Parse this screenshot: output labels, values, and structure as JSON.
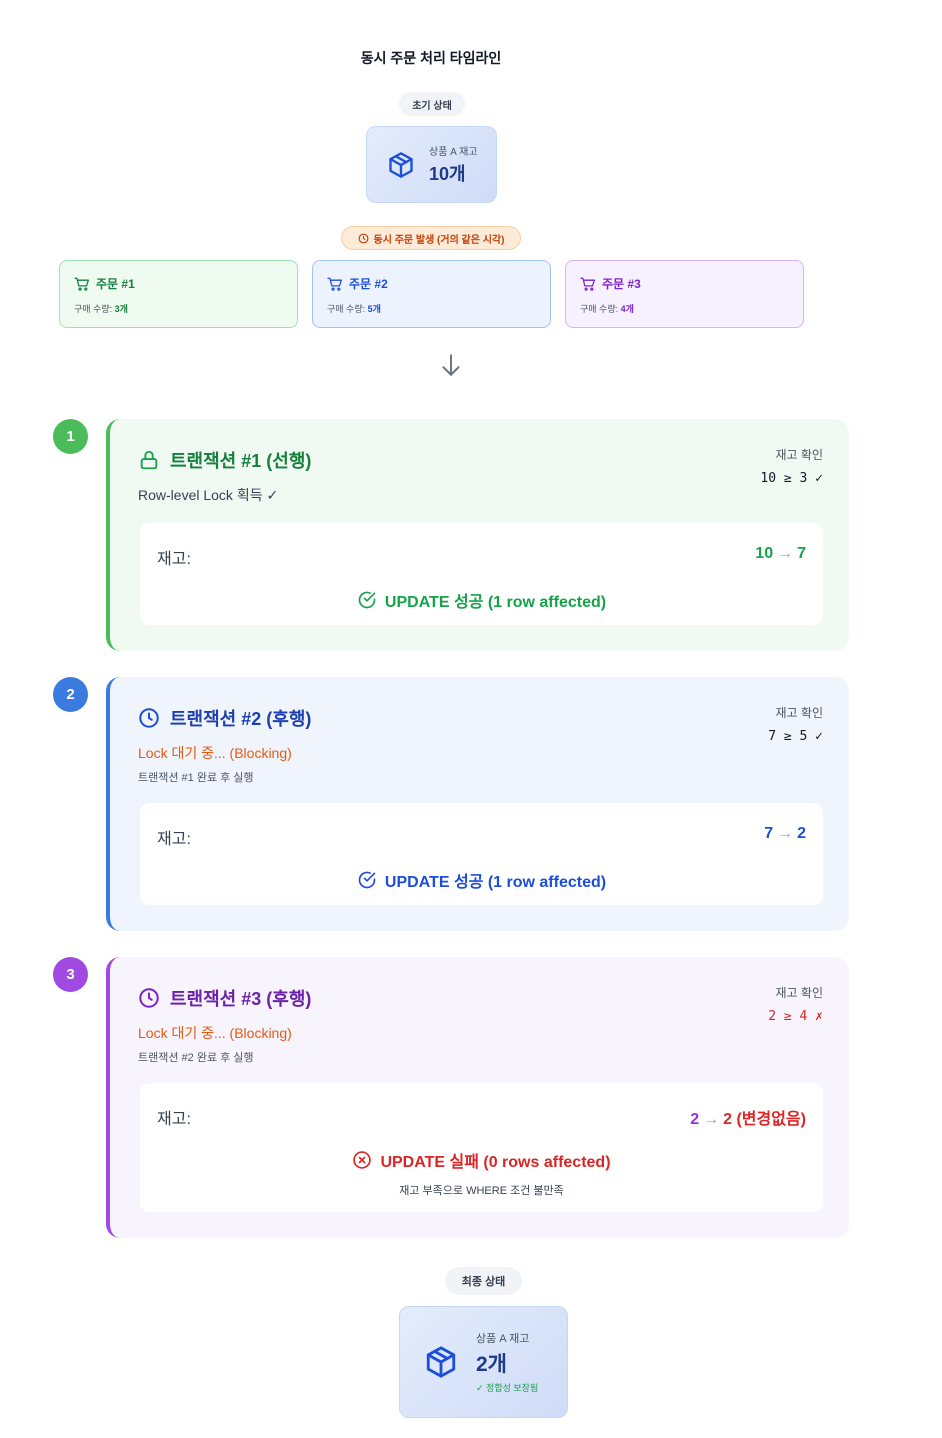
{
  "title": "동시 주문 처리 타임라인",
  "initial": {
    "badge": "초기 상태",
    "label": "상품 A 재고",
    "value": "10개",
    "icon": "package-icon"
  },
  "concurrent_badge": "동시 주문 발생 (거의 같은 시각)",
  "orders": [
    {
      "title": "주문 #1",
      "qty_label": "구매 수량:",
      "qty": "3개",
      "color": "#15803d"
    },
    {
      "title": "주문 #2",
      "qty_label": "구매 수량:",
      "qty": "5개",
      "color": "#1d4ed8"
    },
    {
      "title": "주문 #3",
      "qty_label": "구매 수량:",
      "qty": "4개",
      "color": "#7e22ce"
    }
  ],
  "transactions": [
    {
      "step": "1",
      "title": "트랜잭션 #1 (선행)",
      "status": "Row-level Lock 획득 ✓",
      "note": "",
      "check_label": "재고 확인",
      "check_value": "10 ≥ 3 ✓",
      "stock_label": "재고:",
      "stock_from": "10",
      "stock_arrow": "→",
      "stock_to": "7",
      "result": "UPDATE 성공 (1 row affected)",
      "result_note": "",
      "color": "#4cbb5a"
    },
    {
      "step": "2",
      "title": "트랜잭션 #2 (후행)",
      "status": "Lock 대기 중... (Blocking)",
      "note": "트랜잭션 #1 완료 후 실행",
      "check_label": "재고 확인",
      "check_value": "7 ≥ 5 ✓",
      "stock_label": "재고:",
      "stock_from": "7",
      "stock_arrow": "→",
      "stock_to": "2",
      "result": "UPDATE 성공 (1 row affected)",
      "result_note": "",
      "color": "#3b7be0"
    },
    {
      "step": "3",
      "title": "트랜잭션 #3 (후행)",
      "status": "Lock 대기 중... (Blocking)",
      "note": "트랜잭션 #2 완료 후 실행",
      "check_label": "재고 확인",
      "check_value": "2 ≥ 4 ✗",
      "stock_label": "재고:",
      "stock_from": "2",
      "stock_arrow": "→",
      "stock_to": "2 (변경없음)",
      "result": "UPDATE 실패 (0 rows affected)",
      "result_note": "재고 부족으로 WHERE 조건 불만족",
      "color": "#a04ae2"
    }
  ],
  "final": {
    "badge": "최종 상태",
    "label": "상품 A 재고",
    "value": "2개",
    "ok": "✓ 정합성 보장됨",
    "icon": "package-icon"
  }
}
